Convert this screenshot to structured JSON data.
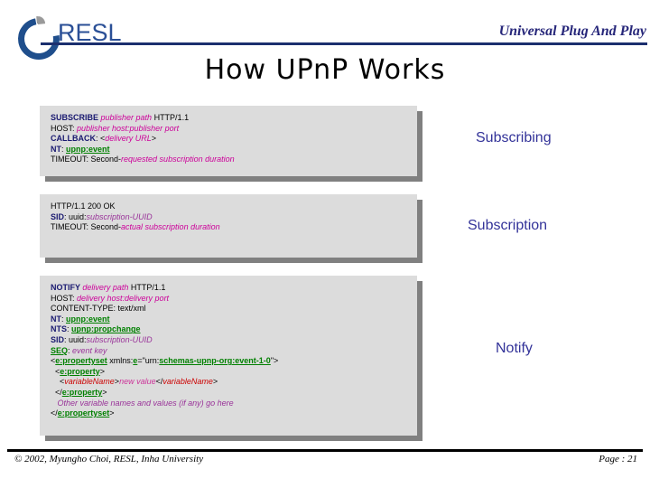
{
  "header": {
    "logo_text": "RESL",
    "logo_icon": "resl-c-arc-logo",
    "topic": "Universal Plug And Play"
  },
  "title": "How UPnP Works",
  "boxes": [
    {
      "id": "subscribe",
      "caption": "Subscribing",
      "lines": [
        [
          {
            "t": "SUBSCRIBE ",
            "c": "kw"
          },
          {
            "t": "publisher path",
            "c": "varmag"
          },
          {
            "t": " HTTP/1.1",
            "c": "plain"
          }
        ],
        [
          {
            "t": "HOST: ",
            "c": "plain"
          },
          {
            "t": "publisher host:publisher port",
            "c": "varmag"
          }
        ],
        [
          {
            "t": "CALLBACK",
            "c": "kw"
          },
          {
            "t": ": <",
            "c": "plain"
          },
          {
            "t": "delivery URL",
            "c": "varmag"
          },
          {
            "t": ">",
            "c": "plain"
          }
        ],
        [
          {
            "t": "NT",
            "c": "kw"
          },
          {
            "t": ": ",
            "c": "plain"
          },
          {
            "t": "upnp:event",
            "c": "grn"
          }
        ],
        [
          {
            "t": "TIMEOUT: Second-",
            "c": "plain"
          },
          {
            "t": "requested subscription duration",
            "c": "varmag"
          }
        ]
      ]
    },
    {
      "id": "subscription",
      "caption": "Subscription",
      "lines": [
        [
          {
            "t": "HTTP/1.1 200 OK",
            "c": "plain"
          }
        ],
        [
          {
            "t": "SID",
            "c": "kw"
          },
          {
            "t": ": uuid:",
            "c": "plain"
          },
          {
            "t": "subscription-UUID",
            "c": "var"
          }
        ],
        [
          {
            "t": "TIMEOUT: Second-",
            "c": "plain"
          },
          {
            "t": "actual subscription duration",
            "c": "varmag"
          }
        ]
      ]
    },
    {
      "id": "notify",
      "caption": "Notify",
      "lines": [
        [
          {
            "t": "NOTIFY ",
            "c": "kw"
          },
          {
            "t": "delivery path",
            "c": "varmag"
          },
          {
            "t": " HTTP/1.1",
            "c": "plain"
          }
        ],
        [
          {
            "t": "HOST: ",
            "c": "plain"
          },
          {
            "t": "delivery host:delivery port",
            "c": "varmag"
          }
        ],
        [
          {
            "t": "CONTENT-TYPE: text/xml",
            "c": "plain"
          }
        ],
        [
          {
            "t": "NT",
            "c": "kw"
          },
          {
            "t": ": ",
            "c": "plain"
          },
          {
            "t": "upnp:event",
            "c": "grn"
          }
        ],
        [
          {
            "t": "NTS",
            "c": "kw"
          },
          {
            "t": ": ",
            "c": "plain"
          },
          {
            "t": "upnp:propchange",
            "c": "grn"
          }
        ],
        [
          {
            "t": "SID",
            "c": "kw"
          },
          {
            "t": ": uuid:",
            "c": "plain"
          },
          {
            "t": "subscription-UUID",
            "c": "var"
          }
        ],
        [
          {
            "t": "SEQ",
            "c": "grn"
          },
          {
            "t": ": ",
            "c": "plain"
          },
          {
            "t": "event key",
            "c": "var"
          }
        ],
        [
          {
            "t": "<",
            "c": "plain"
          },
          {
            "t": "e:propertyset",
            "c": "grn"
          },
          {
            "t": " xmlns:",
            "c": "plain"
          },
          {
            "t": "e",
            "c": "grn"
          },
          {
            "t": "=\"urn:",
            "c": "plain"
          },
          {
            "t": "schemas-upnp-org:event-1-0",
            "c": "grn"
          },
          {
            "t": "\">",
            "c": "plain"
          }
        ],
        [
          {
            "t": "  <",
            "c": "plain"
          },
          {
            "t": "e:property",
            "c": "grn"
          },
          {
            "t": ">",
            "c": "plain"
          }
        ],
        [
          {
            "t": "    <",
            "c": "plain"
          },
          {
            "t": "variableName",
            "c": "red"
          },
          {
            "t": ">",
            "c": "plain"
          },
          {
            "t": "new value",
            "c": "varpink"
          },
          {
            "t": "</",
            "c": "plain"
          },
          {
            "t": "variableName",
            "c": "red"
          },
          {
            "t": ">",
            "c": "plain"
          }
        ],
        [
          {
            "t": "  </",
            "c": "plain"
          },
          {
            "t": "e:property",
            "c": "grn"
          },
          {
            "t": ">",
            "c": "plain"
          }
        ],
        [
          {
            "t": "   Other variable names and values (if any) go here",
            "c": "var"
          }
        ],
        [
          {
            "t": "</",
            "c": "plain"
          },
          {
            "t": "e:propertyset",
            "c": "grn"
          },
          {
            "t": ">",
            "c": "plain"
          }
        ]
      ]
    }
  ],
  "footer": {
    "copyright": "© 2002, Myungho Choi, RESL, Inha University",
    "page": "Page : 21"
  },
  "colors": {
    "accent_navy": "#1b2f6e",
    "caption_blue": "#333399",
    "keyword_navy": "#191970",
    "green": "#008000",
    "magenta": "#cc0099",
    "red": "#cc0000",
    "box_fill": "#dcdcdc",
    "box_shadow": "#808080"
  }
}
